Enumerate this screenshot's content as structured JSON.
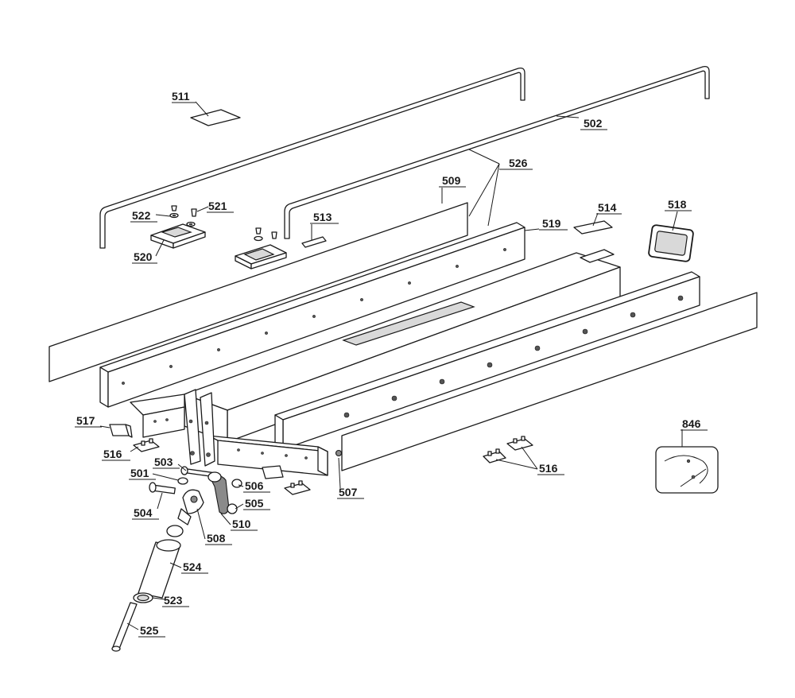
{
  "callouts": [
    {
      "label": "511"
    },
    {
      "label": "502"
    },
    {
      "label": "526"
    },
    {
      "label": "509"
    },
    {
      "label": "522"
    },
    {
      "label": "521"
    },
    {
      "label": "513"
    },
    {
      "label": "514"
    },
    {
      "label": "518"
    },
    {
      "label": "519"
    },
    {
      "label": "520"
    },
    {
      "label": "517"
    },
    {
      "label": "516"
    },
    {
      "label": "503"
    },
    {
      "label": "501"
    },
    {
      "label": "506"
    },
    {
      "label": "505"
    },
    {
      "label": "507"
    },
    {
      "label": "504"
    },
    {
      "label": "510"
    },
    {
      "label": "508"
    },
    {
      "label": "524"
    },
    {
      "label": "523"
    },
    {
      "label": "525"
    },
    {
      "label": "516"
    },
    {
      "label": "846"
    }
  ]
}
